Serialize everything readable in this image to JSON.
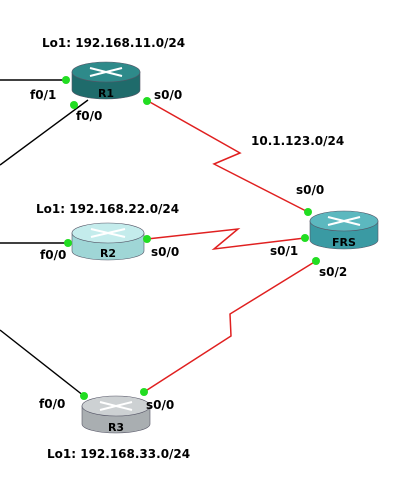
{
  "routers": [
    {
      "id": "r1",
      "label": "R1",
      "loopback": "Lo1: 192.168.11.0/24",
      "body_color": "#1f6b6b",
      "top_color": "#2e8a8a"
    },
    {
      "id": "r2",
      "label": "R2",
      "loopback": "Lo1: 192.168.22.0/24",
      "body_color": "#9fd6d6",
      "top_color": "#c4ecec"
    },
    {
      "id": "frs",
      "label": "FRS",
      "loopback": "",
      "body_color": "#3a9aa3",
      "top_color": "#5cb8bf"
    },
    {
      "id": "r3",
      "label": "R3",
      "loopback": "Lo1: 192.168.33.0/24",
      "body_color": "#a9aeb1",
      "top_color": "#cdd1d3"
    }
  ],
  "interfaces": {
    "r1_f01": "f0/1",
    "r1_f00": "f0/0",
    "r1_s00": "s0/0",
    "r2_f00": "f0/0",
    "r2_s00": "s0/0",
    "r3_f00": "f0/0",
    "r3_s00": "s0/0",
    "frs_s00": "s0/0",
    "frs_s01": "s0/1",
    "frs_s02": "s0/2"
  },
  "network_label": "10.1.123.0/24",
  "colors": {
    "serial_link": "#e02020",
    "ethernet_link": "#000000",
    "port_up": "#22dd22"
  }
}
